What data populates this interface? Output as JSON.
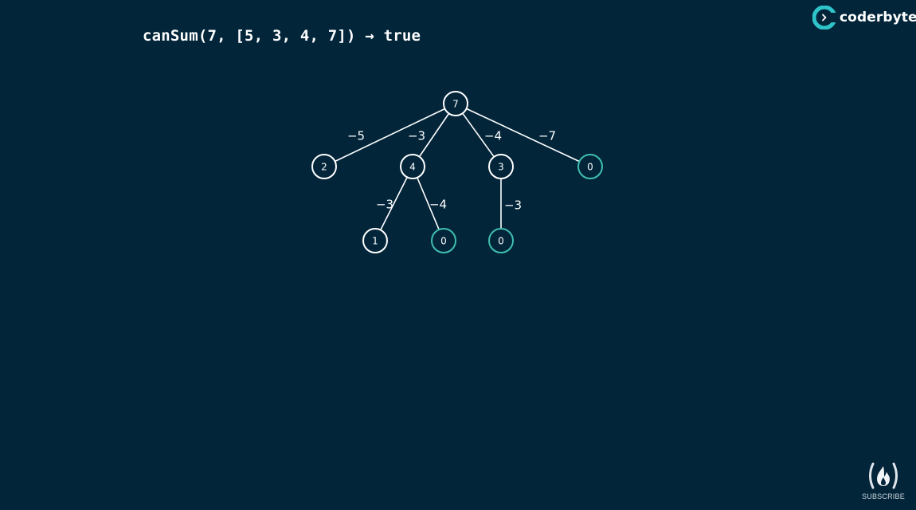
{
  "header": {
    "expression": "canSum(7, [5, 3, 4, 7]) → true"
  },
  "brand": {
    "name": "coderbyte",
    "icon": "coderbyte-logo-icon",
    "accent": "#2ec4c9"
  },
  "tree": {
    "colors": {
      "node_stroke": "#ffffff",
      "success_stroke": "#3fbfae",
      "edge": "#ffffff",
      "background": "#02253a"
    },
    "nodes": [
      {
        "id": "root",
        "value": "7",
        "success": false
      },
      {
        "id": "n2",
        "value": "2",
        "success": false
      },
      {
        "id": "n4",
        "value": "4",
        "success": false
      },
      {
        "id": "n3",
        "value": "3",
        "success": false
      },
      {
        "id": "n0a",
        "value": "0",
        "success": true
      },
      {
        "id": "n1",
        "value": "1",
        "success": false
      },
      {
        "id": "n0b",
        "value": "0",
        "success": true
      },
      {
        "id": "n0c",
        "value": "0",
        "success": true
      }
    ],
    "edges": [
      {
        "from": "root",
        "to": "n2",
        "label": "−5"
      },
      {
        "from": "root",
        "to": "n4",
        "label": "−3"
      },
      {
        "from": "root",
        "to": "n3",
        "label": "−4"
      },
      {
        "from": "root",
        "to": "n0a",
        "label": "−7"
      },
      {
        "from": "n4",
        "to": "n1",
        "label": "−3"
      },
      {
        "from": "n4",
        "to": "n0b",
        "label": "−4"
      },
      {
        "from": "n3",
        "to": "n0c",
        "label": "−3"
      }
    ]
  },
  "subscribe": {
    "label": "SUBSCRIBE",
    "icon": "flame-icon"
  }
}
